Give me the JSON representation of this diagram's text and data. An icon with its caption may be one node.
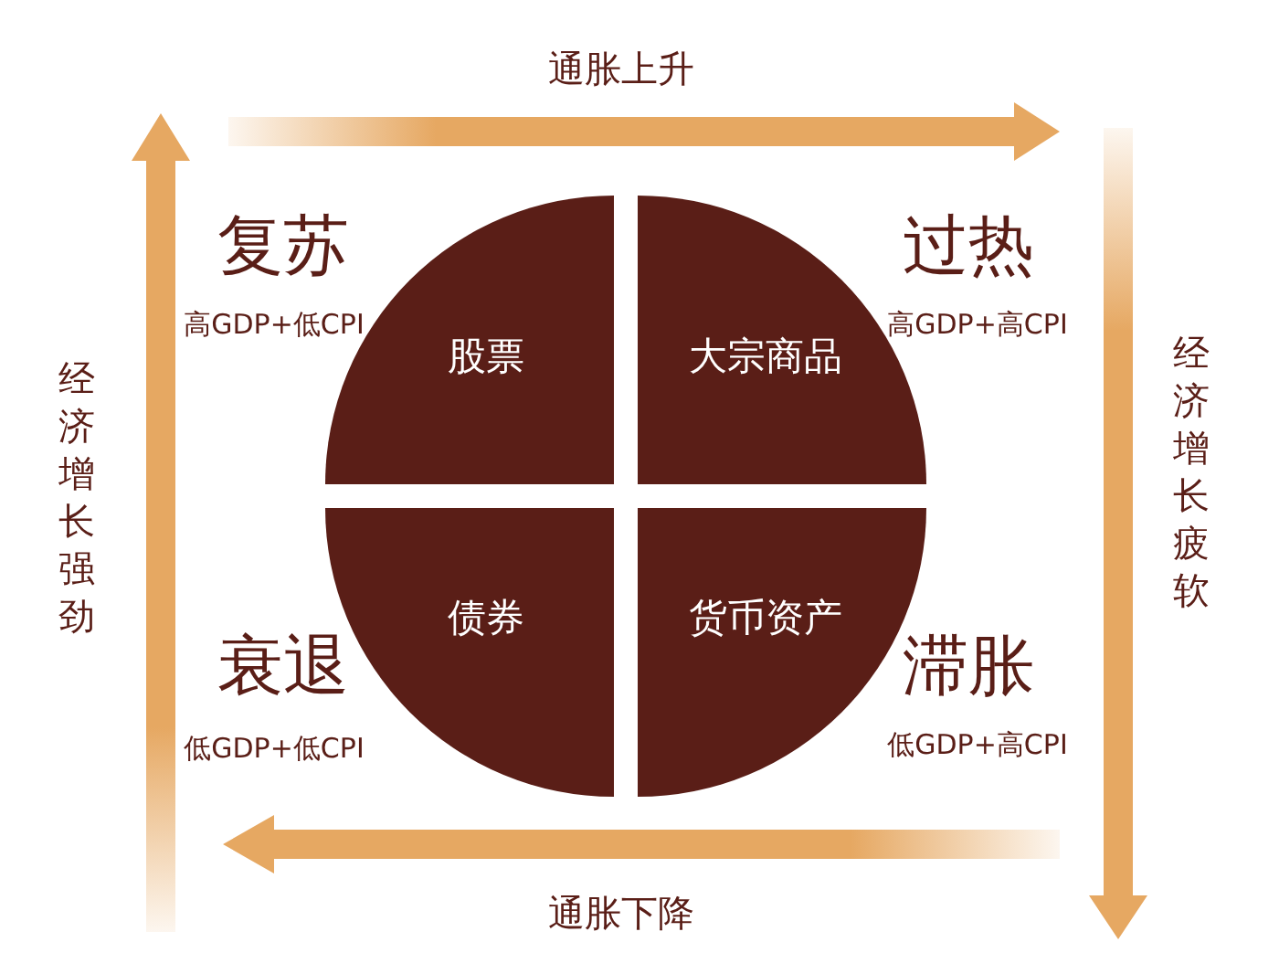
{
  "diagram": {
    "nodes": [
      {
        "text": [
          "股票"
        ]
      },
      {
        "text": [
          "大宗商品"
        ]
      },
      {
        "text": [
          "债券"
        ]
      },
      {
        "text": [
          "货币资产"
        ]
      }
    ],
    "labels": [
      "通胀上升",
      "复苏",
      "高GDP+低CPI",
      "过热",
      "高GDP+高CPI",
      "经济增长强劲",
      "经济增长疲软",
      "衰退",
      "低GDP+低CPI",
      "滞胀",
      "低GDP+高CPI",
      "通胀下降"
    ]
  }
}
